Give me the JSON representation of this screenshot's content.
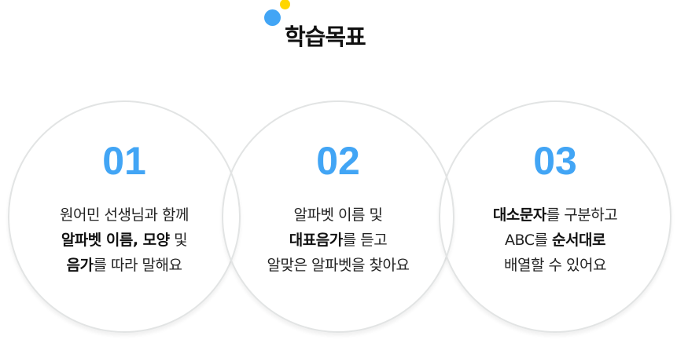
{
  "header": {
    "title": "학습목표",
    "colors": {
      "blue_dot": "#42a5f5",
      "yellow_dot": "#ffd600"
    }
  },
  "goals": [
    {
      "number": "01",
      "lines": [
        [
          {
            "t": "원어민 선생님과 함께",
            "b": false
          }
        ],
        [
          {
            "t": "알파벳 이름, 모양",
            "b": true
          },
          {
            "t": " 및",
            "b": false
          }
        ],
        [
          {
            "t": "음가",
            "b": true
          },
          {
            "t": "를 따라 말해요",
            "b": false
          }
        ]
      ]
    },
    {
      "number": "02",
      "lines": [
        [
          {
            "t": "알파벳 이름 및",
            "b": false
          }
        ],
        [
          {
            "t": "대표음가",
            "b": true
          },
          {
            "t": "를 듣고",
            "b": false
          }
        ],
        [
          {
            "t": "알맞은 알파벳을 찾아요",
            "b": false
          }
        ]
      ]
    },
    {
      "number": "03",
      "lines": [
        [
          {
            "t": "대소문자",
            "b": true
          },
          {
            "t": "를 구분하고",
            "b": false
          }
        ],
        [
          {
            "t": "ABC를 ",
            "b": false
          },
          {
            "t": "순서대로",
            "b": true
          }
        ],
        [
          {
            "t": "배열할 수 있어요",
            "b": false
          }
        ]
      ]
    }
  ],
  "accent": "#42a5f5"
}
